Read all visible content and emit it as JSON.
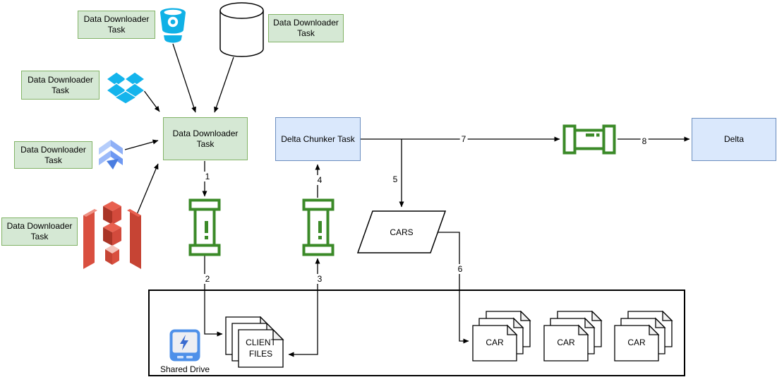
{
  "nodes": {
    "source_tasks": [
      {
        "label": "Data Downloader Task",
        "icon": "bitbucket-icon"
      },
      {
        "label": "Data Downloader Task",
        "icon": "database-cylinder-icon"
      },
      {
        "label": "Data Downloader Task",
        "icon": "dropbox-icon"
      },
      {
        "label": "Data Downloader Task",
        "icon": "chevron-stack-icon"
      },
      {
        "label": "Data Downloader Task",
        "icon": "aws-s3-icon"
      }
    ],
    "central_task": {
      "label": "Data Downloader Task"
    },
    "delta_chunker": {
      "label": "Delta Chunker Task"
    },
    "delta": {
      "label": "Delta"
    },
    "cars": {
      "label": "CARS"
    },
    "client_files": {
      "line1": "CLIENT",
      "line2": "FILES"
    },
    "car_stacks": [
      {
        "label": "CAR"
      },
      {
        "label": "CAR"
      },
      {
        "label": "CAR"
      }
    ],
    "shared_drive": {
      "label": "Shared Drive"
    },
    "pipes": [
      {
        "icon": "pipe-queue-icon-vertical"
      },
      {
        "icon": "pipe-queue-icon-vertical"
      },
      {
        "icon": "pipe-queue-icon-horizontal"
      }
    ]
  },
  "edge_labels": [
    "1",
    "2",
    "3",
    "4",
    "5",
    "6",
    "7",
    "8"
  ],
  "theme": {
    "green-fill": "#d5e8d4",
    "green-stroke": "#82b366",
    "blue-fill": "#dae8fc",
    "blue-stroke": "#6c8ebf",
    "pipe-green": "#3b8a28",
    "cyan": "#10b1e6",
    "chevron-light": "#b5cdfb",
    "chevron-mid": "#6e98f2",
    "chevron-dark": "#4a7de0",
    "s3-red": "#d94f3f",
    "s3-red-dark": "#a93527",
    "s3-red-light": "#f5c3ba",
    "drive-blue": "#4e90e9",
    "line-color": "#000000"
  }
}
